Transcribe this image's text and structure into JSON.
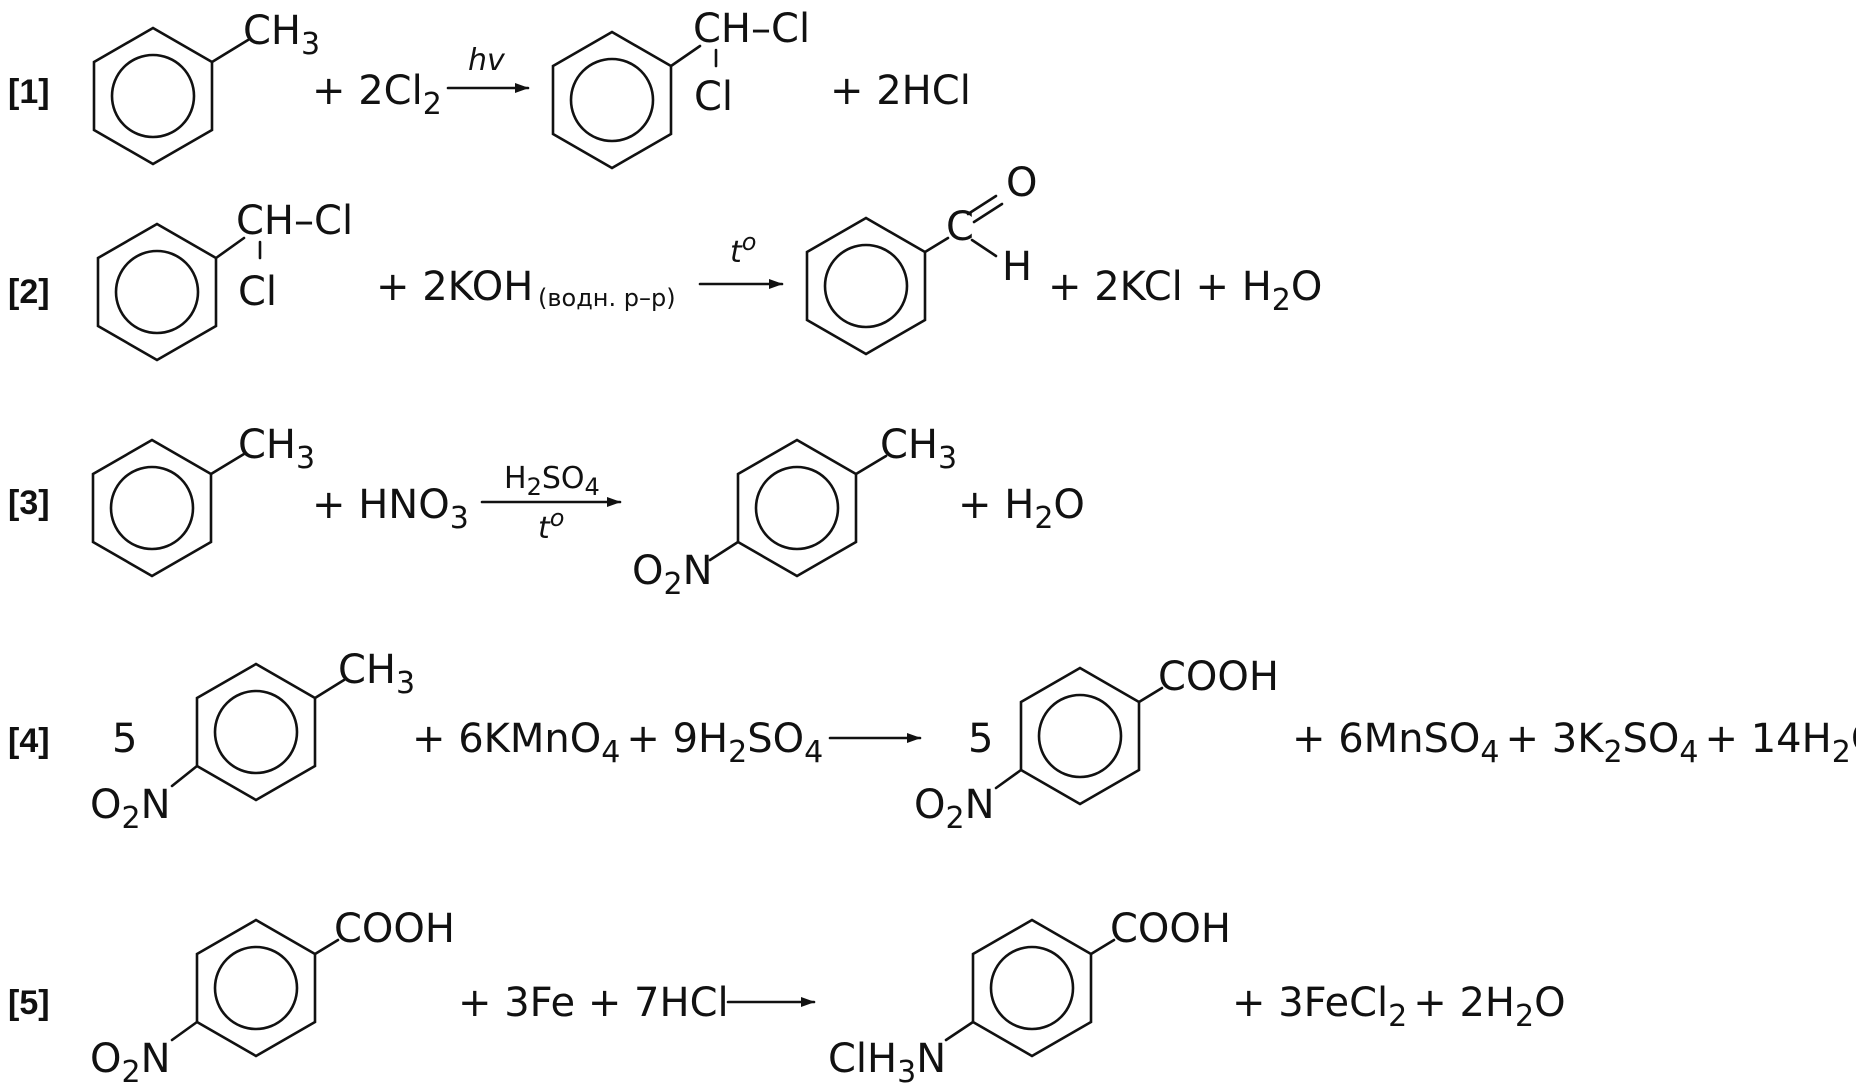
{
  "reactions": [
    {
      "number": "[1]",
      "reactant_group": "CH",
      "reactant_sub": "3",
      "reagent_a": "+ 2Cl",
      "reagent_a_sub": "2",
      "condition_top": "hv",
      "product_group": "CH–Cl",
      "product_sub_group": "Cl",
      "byproduct": "+ 2HCl"
    },
    {
      "number": "[2]",
      "reactant_group": "CH–Cl",
      "reactant_sub_group": "Cl",
      "reagent": "+ 2KOH",
      "reagent_note": "(водн. р–р)",
      "condition_top": "t",
      "condition_top_sup": "o",
      "product_o": "O",
      "product_c": "C",
      "product_h": "H",
      "byproduct_a": "+ 2KCl + H",
      "byproduct_a_sub": "2",
      "byproduct_a_end": "O"
    },
    {
      "number": "[3]",
      "reactant_group": "CH",
      "reactant_sub": "3",
      "reagent": "+ HNO",
      "reagent_sub": "3",
      "condition_top_a": "H",
      "condition_top_sub1": "2",
      "condition_top_b": "SO",
      "condition_top_sub2": "4",
      "condition_bottom": "t",
      "condition_bottom_sup": "o",
      "product_group": "CH",
      "product_sub": "3",
      "product_nitro_a": "O",
      "product_nitro_sub": "2",
      "product_nitro_b": "N",
      "byproduct": "+ H",
      "byproduct_sub": "2",
      "byproduct_end": "O"
    },
    {
      "number": "[4]",
      "coef": "5",
      "reactant_group": "CH",
      "reactant_sub": "3",
      "reactant_nitro_a": "O",
      "reactant_nitro_sub": "2",
      "reactant_nitro_b": "N",
      "reagent_a": "+ 6KMnO",
      "reagent_a_sub": "4",
      "reagent_b": "+ 9H",
      "reagent_b_sub1": "2",
      "reagent_b_mid": "SO",
      "reagent_b_sub2": "4",
      "product_coef": "5",
      "product_group": "COOH",
      "product_nitro_a": "O",
      "product_nitro_sub": "2",
      "product_nitro_b": "N",
      "byproduct_a": "+ 6MnSO",
      "byproduct_a_sub": "4",
      "byproduct_b": "+ 3K",
      "byproduct_b_sub1": "2",
      "byproduct_b_mid": "SO",
      "byproduct_b_sub2": "4",
      "byproduct_c": "+ 14H",
      "byproduct_c_sub": "2",
      "byproduct_c_end": "O"
    },
    {
      "number": "[5]",
      "reactant_group": "COOH",
      "reactant_nitro_a": "O",
      "reactant_nitro_sub": "2",
      "reactant_nitro_b": "N",
      "reagent": "+ 3Fe + 7HCl",
      "product_group": "COOH",
      "product_amine_a": "ClH",
      "product_amine_sub": "3",
      "product_amine_b": "N",
      "byproduct_a": "+ 3FeCl",
      "byproduct_a_sub": "2",
      "byproduct_b": "+ 2H",
      "byproduct_b_sub": "2",
      "byproduct_b_end": "O"
    }
  ]
}
